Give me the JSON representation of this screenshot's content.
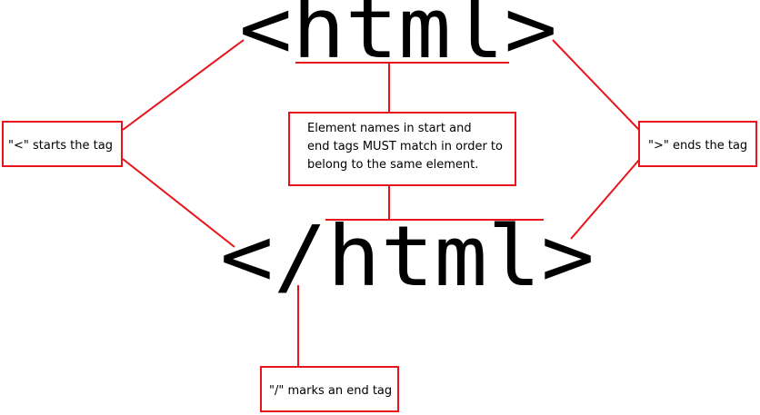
{
  "tags": {
    "start": "<html>",
    "end": "</html>"
  },
  "callouts": {
    "open_bracket": "\"<\" starts the tag",
    "close_bracket": "\">\" ends the tag",
    "name_match": [
      "Element names in start and",
      "end tags MUST match in order to",
      "belong to the same element."
    ],
    "slash": "\"/\" marks an end tag"
  },
  "colors": {
    "accent": "#e8141b",
    "text": "#000000",
    "background": "#ffffff"
  }
}
